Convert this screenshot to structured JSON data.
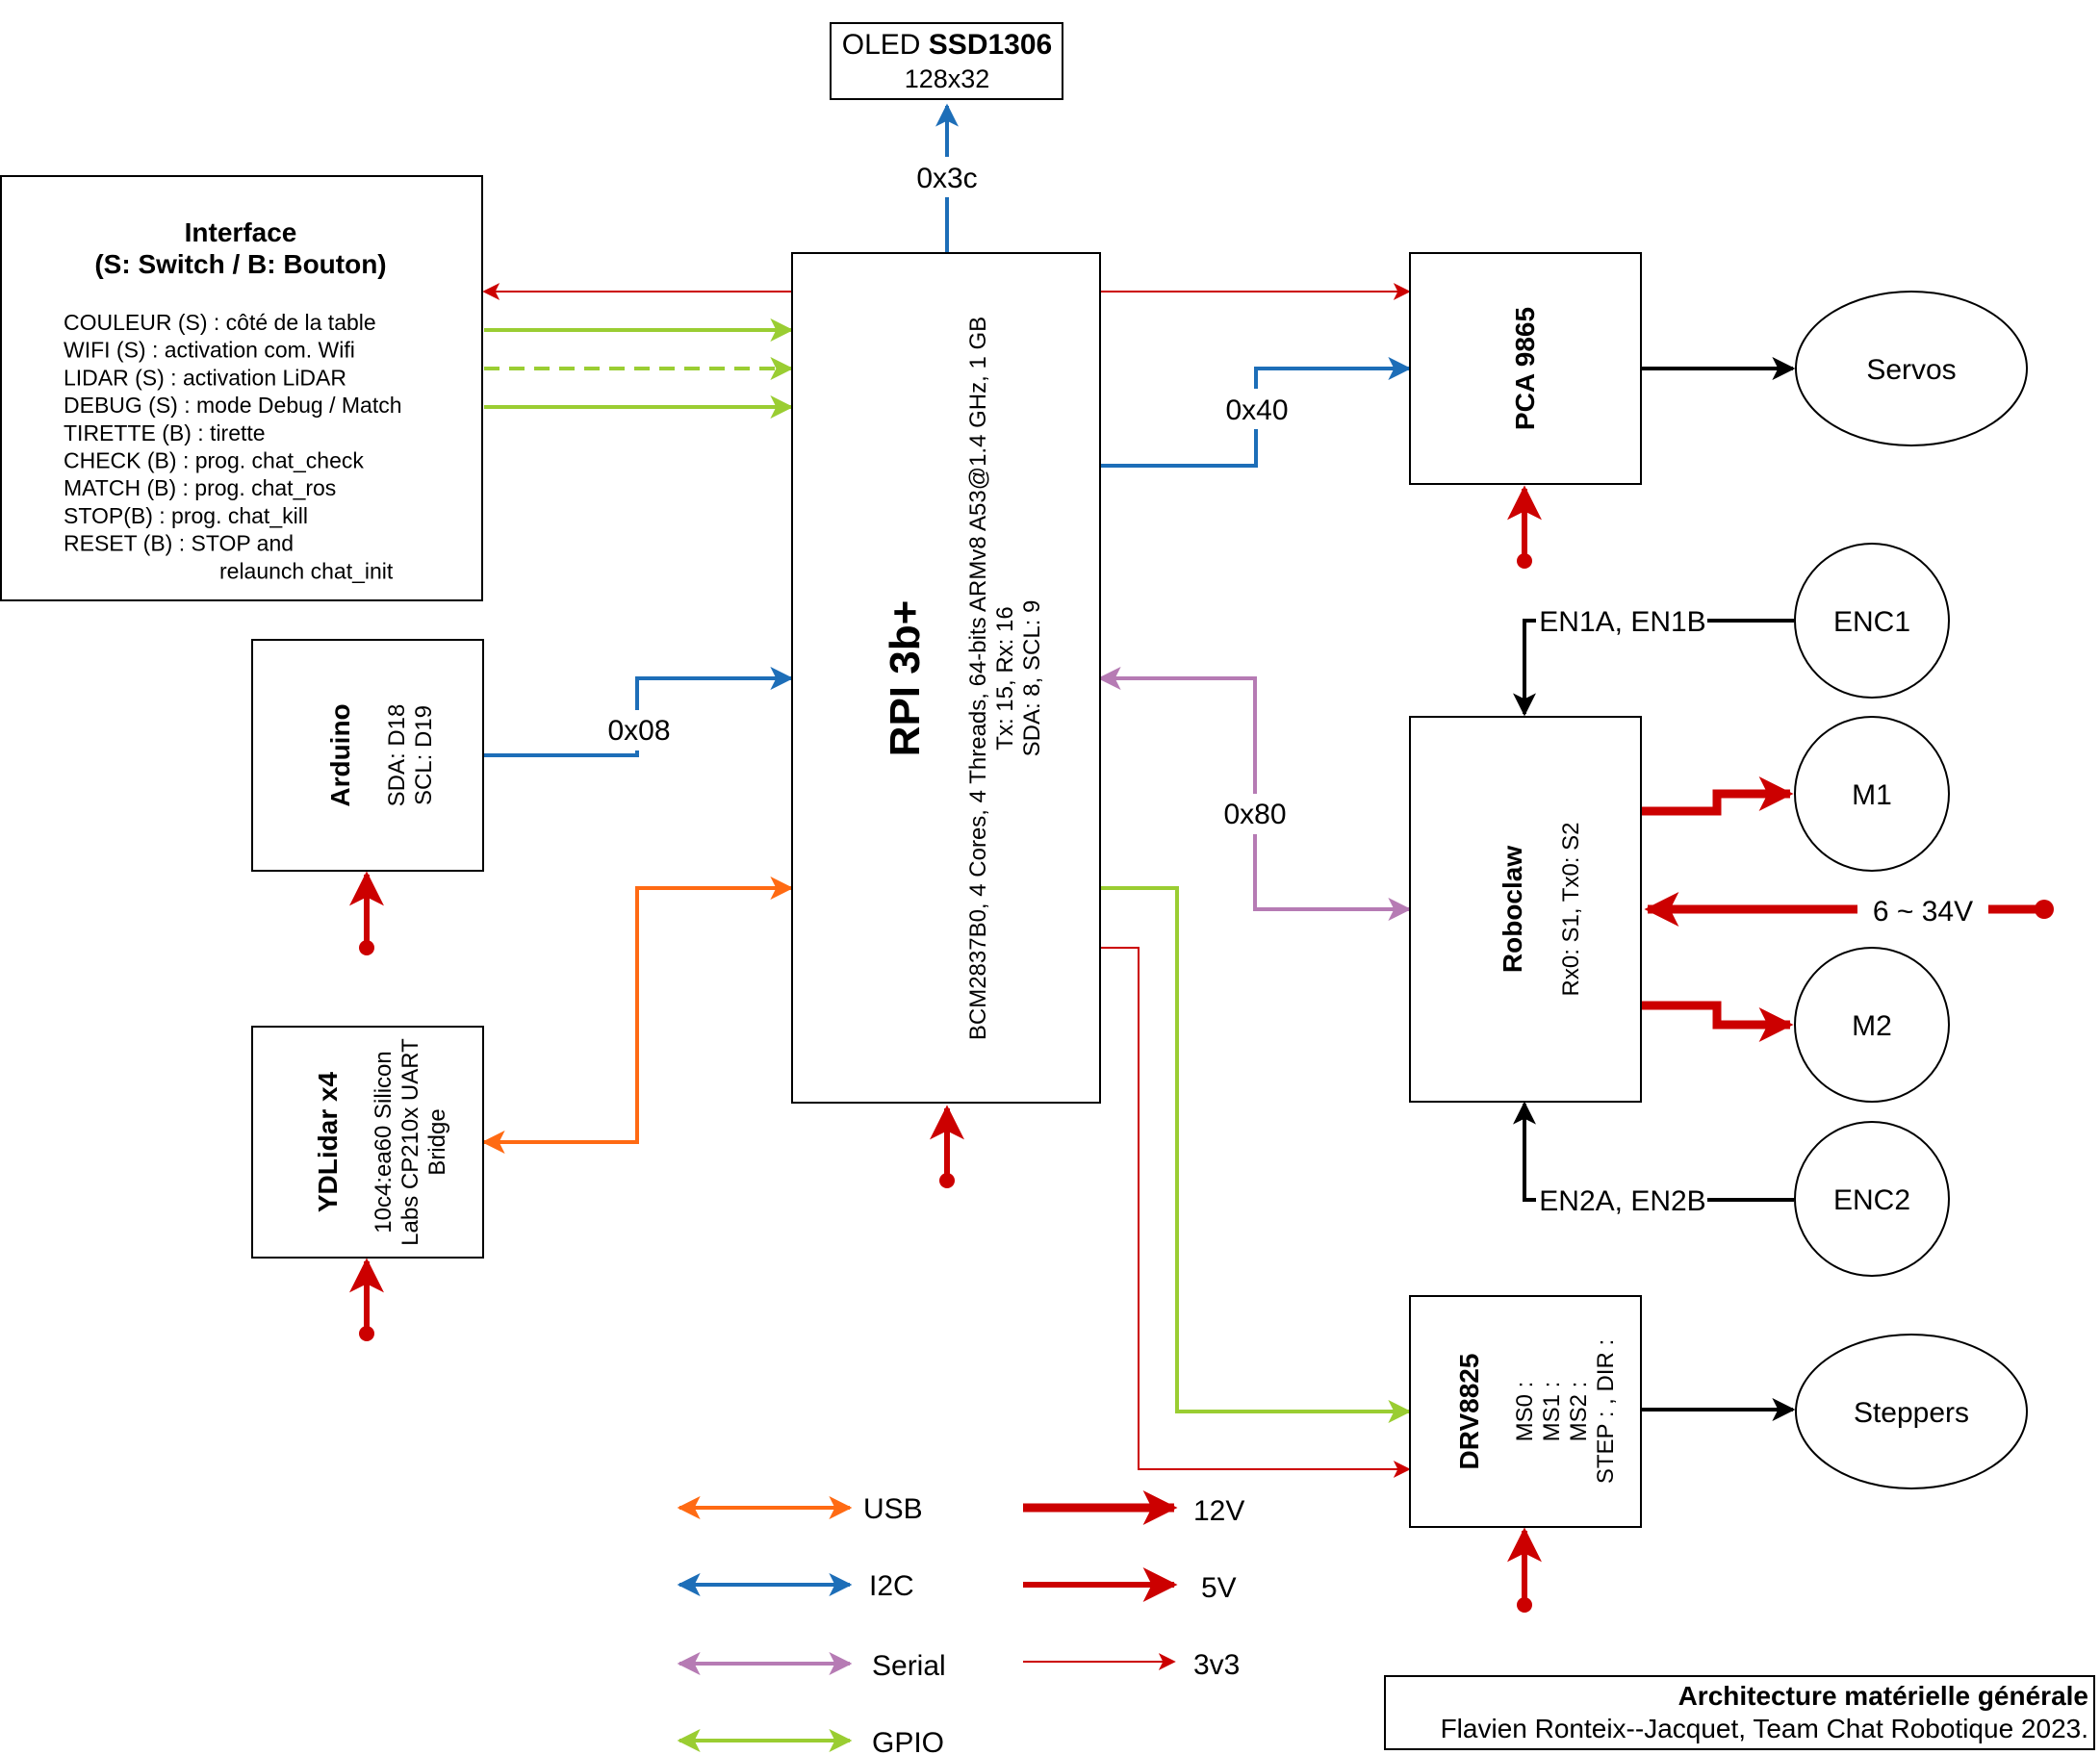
{
  "colors": {
    "usb": "#FF6A13",
    "i2c": "#1D6EB8",
    "serial": "#B67BB4",
    "gpio": "#9ACD32",
    "power": "#CC0000",
    "signal": "#000000"
  },
  "oled": {
    "title_prefix": "OLED ",
    "title_bold": "SSD1306",
    "resolution": "128x32",
    "address": "0x3c"
  },
  "interface": {
    "title": "Interface",
    "subtitle": "(S: Switch / B: Bouton)",
    "items": [
      "COULEUR (S) : côté de la table",
      "WIFI (S) : activation com. Wifi",
      "LIDAR (S) : activation LiDAR",
      "DEBUG (S) : mode Debug / Match",
      "TIRETTE (B) : tirette",
      "CHECK (B) : prog. chat_check",
      "MATCH (B) : prog. chat_ros",
      "STOP(B) : prog. chat_kill",
      "RESET (B) : STOP and",
      "relaunch chat_init"
    ]
  },
  "rpi": {
    "title": "RPI 3b+",
    "spec": "BCM2837B0, 4 Cores, 4 Threads, 64-bits ARMv8 A53@1.4 GHz, 1 GB",
    "uart": "Tx: 15, Rx: 16",
    "i2c": "SDA: 8, SCL: 9"
  },
  "arduino": {
    "title": "Arduino",
    "sda": "SDA: D18",
    "scl": "SCL: D19",
    "address": "0x08"
  },
  "ydlidar": {
    "title": "YDLidar x4",
    "line1": "10c4:ea60 Silicon",
    "line2": "Labs CP210x UART",
    "line3": "Bridge"
  },
  "pca": {
    "title": "PCA 9865",
    "address": "0x40"
  },
  "servos": {
    "label": "Servos"
  },
  "roboclaw": {
    "title": "Roboclaw",
    "pins": "Rx0: S1, Tx0: S2",
    "address": "0x80",
    "supply": "6 ~ 34V"
  },
  "enc1": {
    "label": "ENC1",
    "pins": "EN1A, EN1B"
  },
  "enc2": {
    "label": "ENC2",
    "pins": "EN2A, EN2B"
  },
  "m1": {
    "label": "M1"
  },
  "m2": {
    "label": "M2"
  },
  "drv": {
    "title": "DRV8825",
    "ms0": "MS0 :",
    "ms1": "MS1 :",
    "ms2": "MS2 :",
    "step": "STEP : , DIR :"
  },
  "steppers": {
    "label": "Steppers"
  },
  "legend": {
    "usb": "USB",
    "i2c": "I2C",
    "serial": "Serial",
    "gpio": "GPIO",
    "v12": "12V",
    "v5": "5V",
    "v3": "3v3"
  },
  "footer": {
    "title": "Architecture matérielle générale",
    "author": "Flavien Ronteix--Jacquet, Team Chat Robotique 2023."
  }
}
